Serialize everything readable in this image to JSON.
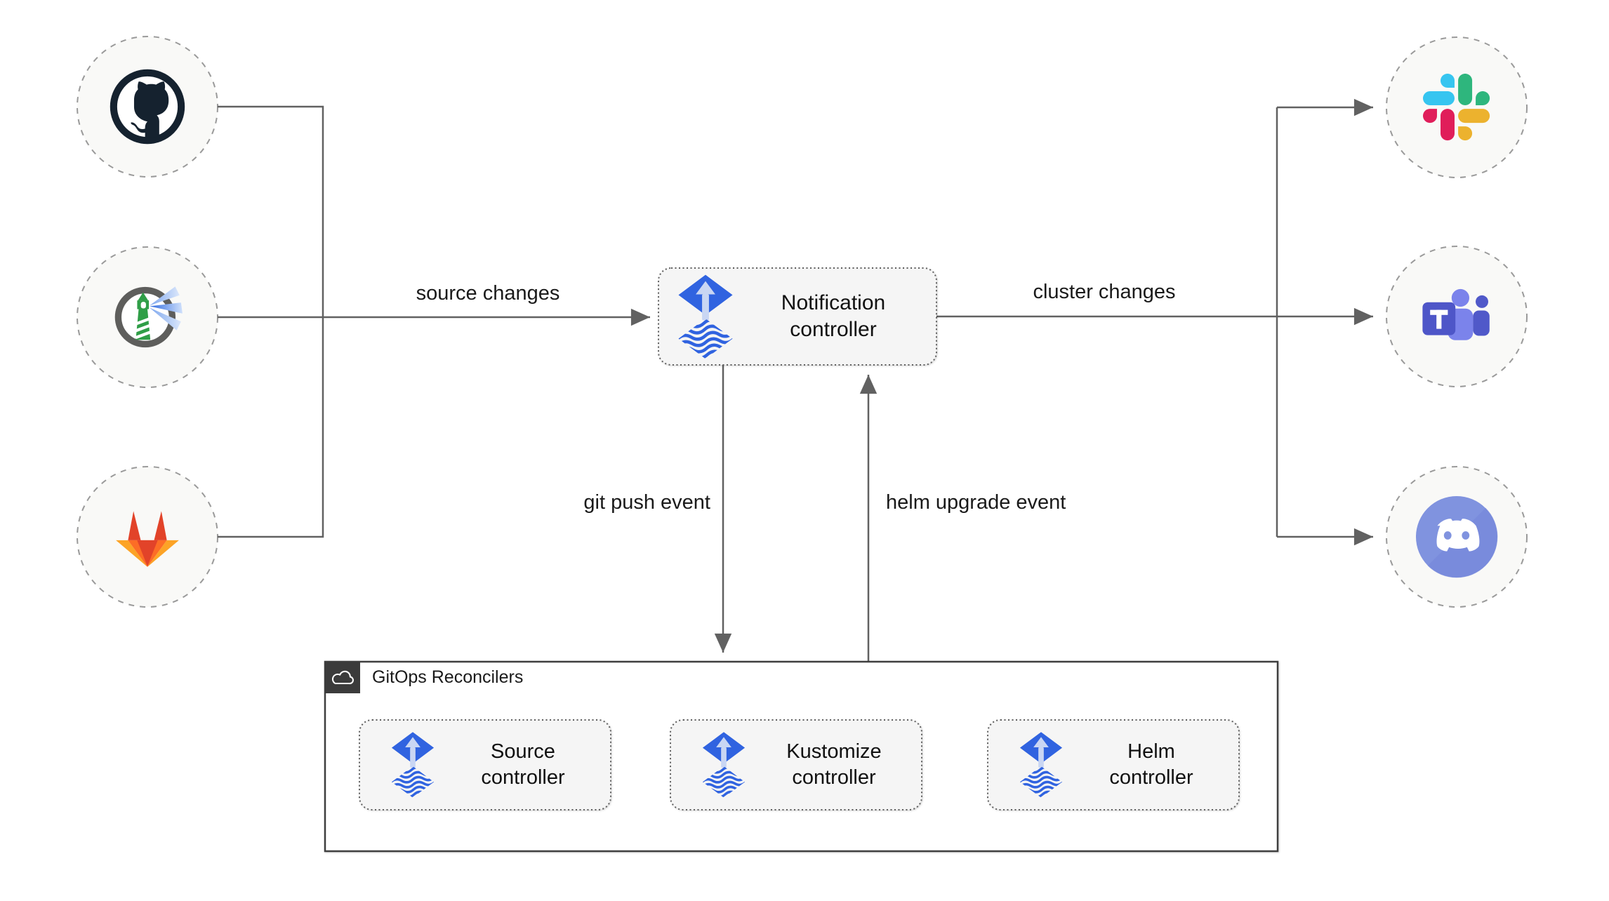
{
  "diagram": {
    "edges": {
      "source_changes": "source changes",
      "cluster_changes": "cluster changes",
      "git_push": "git push event",
      "helm_upgrade": "helm upgrade event"
    },
    "controllers": {
      "notification": "Notification controller",
      "source": "Source controller",
      "kustomize": "Kustomize controller",
      "helm": "Helm controller"
    },
    "container": {
      "label": "GitOps Reconcilers",
      "icon": "cloud-icon"
    },
    "sources": [
      {
        "icon": "github-icon"
      },
      {
        "icon": "harbor-icon"
      },
      {
        "icon": "gitlab-icon"
      }
    ],
    "notifiers": [
      {
        "icon": "slack-icon"
      },
      {
        "icon": "ms-teams-icon"
      },
      {
        "icon": "discord-icon"
      }
    ],
    "colors": {
      "wire": "#616161",
      "node_fill": "#f5f5f5",
      "node_border": "#5e5e5e",
      "circle_fill": "#f9f9f7",
      "circle_border": "#9a9a9a",
      "container_border": "#3f3f3f",
      "chip_bg": "#3b3b3b",
      "flux_blue": "#3063e0",
      "slack_blue": "#36C5F0",
      "slack_green": "#2EB67D",
      "slack_red": "#E01E5A",
      "slack_yellow": "#ECB22E",
      "gitlab_dark": "#e24329",
      "gitlab_mid": "#fc6d26",
      "gitlab_light": "#fca326",
      "teams_purple": "#4e56c8",
      "discord_blurple": "#8093df"
    }
  }
}
